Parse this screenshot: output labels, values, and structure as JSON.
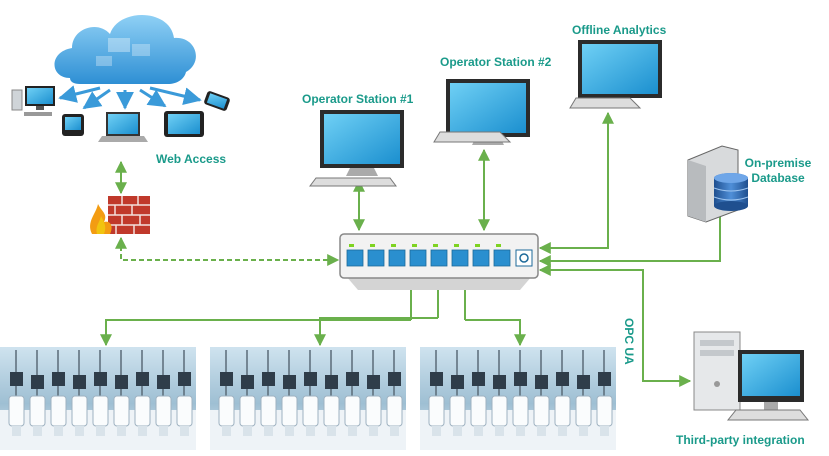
{
  "labels": {
    "web_access": "Web Access",
    "operator_station_1": "Operator Station #1",
    "operator_station_2": "Operator Station #2",
    "offline_analytics": "Offline Analytics",
    "on_premise_line1": "On-premise",
    "on_premise_line2": "Database",
    "opc_ua": "OPC UA",
    "third_party": "Third-party integration"
  },
  "colors": {
    "label": "#1a9a8a",
    "connector": "#6ab04c",
    "monitor_screen": "#2aa7dc",
    "cloud": "#4aa8e0",
    "firewall_brick": "#c0392b",
    "switch_body": "#f2f2f2",
    "switch_port": "#2a8fcf"
  },
  "icons": [
    "cloud-icon",
    "desktop-icon",
    "laptop-icon",
    "tablet-icon",
    "smartphone-icon",
    "firewall-icon",
    "network-switch-icon",
    "monitor-icon",
    "database-server-icon",
    "computer-icon",
    "lab-reactor-photo"
  ]
}
